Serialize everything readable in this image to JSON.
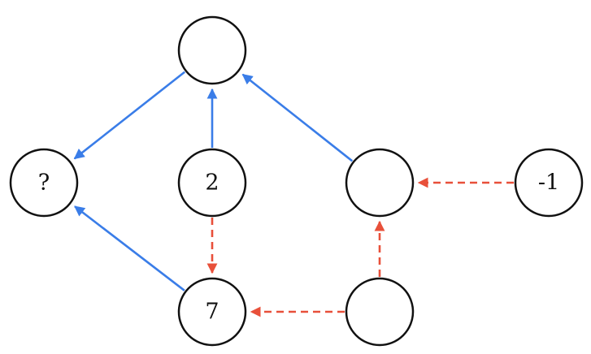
{
  "colors": {
    "solid_edge": "#3a7de8",
    "dashed_edge": "#e8503a",
    "highlight_fill": "#f0a423",
    "node_stroke": "#111111",
    "node_fill": "#ffffff"
  },
  "nodes": [
    {
      "id": "top",
      "label": "",
      "highlight": false
    },
    {
      "id": "question",
      "label": "?",
      "highlight": true
    },
    {
      "id": "two",
      "label": "2",
      "highlight": false
    },
    {
      "id": "right-middle",
      "label": "",
      "highlight": false
    },
    {
      "id": "minus-one",
      "label": "-1",
      "highlight": false
    },
    {
      "id": "seven",
      "label": "7",
      "highlight": false
    },
    {
      "id": "bottom-right",
      "label": "",
      "highlight": false
    }
  ],
  "edges": [
    {
      "from": "top",
      "to": "question",
      "style": "solid"
    },
    {
      "from": "two",
      "to": "top",
      "style": "solid"
    },
    {
      "from": "right-middle",
      "to": "top",
      "style": "solid"
    },
    {
      "from": "seven",
      "to": "question",
      "style": "solid"
    },
    {
      "from": "two",
      "to": "seven",
      "style": "dashed"
    },
    {
      "from": "minus-one",
      "to": "right-middle",
      "style": "dashed"
    },
    {
      "from": "bottom-right",
      "to": "right-middle",
      "style": "dashed"
    },
    {
      "from": "bottom-right",
      "to": "seven",
      "style": "dashed"
    }
  ]
}
